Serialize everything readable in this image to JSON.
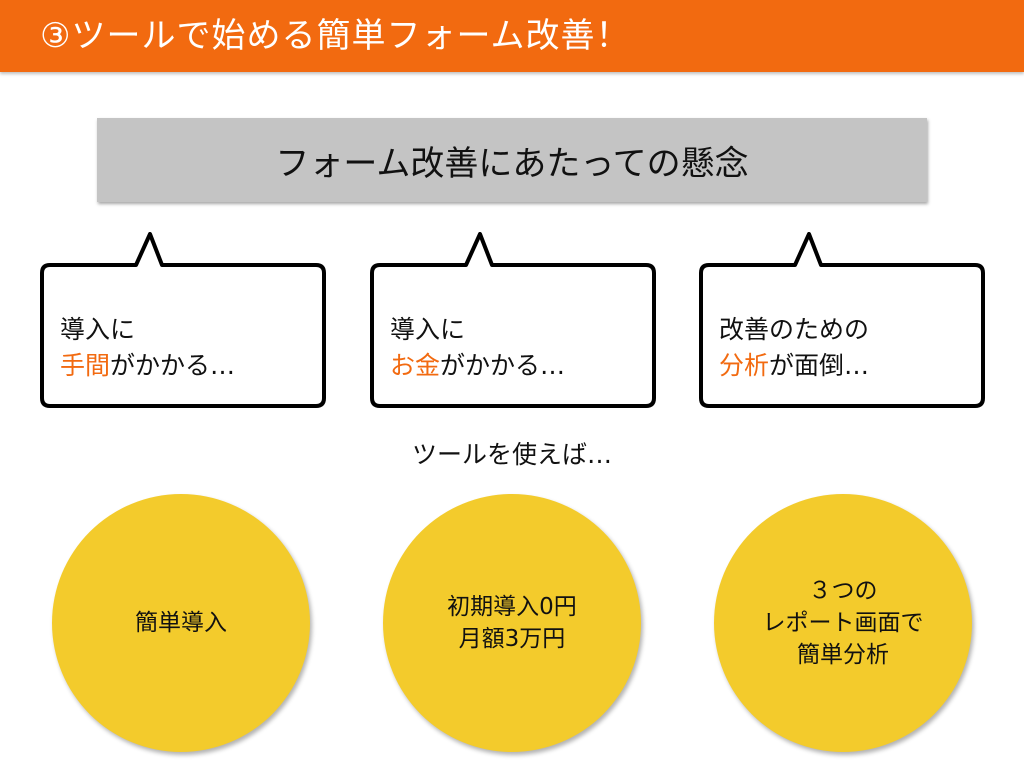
{
  "colors": {
    "header_bg": "#f26a10",
    "accent": "#f26a10",
    "concern_box_bg": "#c4c4c4",
    "circle_bg": "#f3cb2c"
  },
  "header": {
    "title": "③ツールで始める簡単フォーム改善！"
  },
  "concern": {
    "title": "フォーム改善にあたっての懸念"
  },
  "bubbles": [
    {
      "line1": "導入に",
      "accent": "手間",
      "rest": "がかかる…"
    },
    {
      "line1": "導入に",
      "accent": "お金",
      "rest": "がかかる…"
    },
    {
      "line1": "改善のための",
      "accent": "分析",
      "rest": "が面倒…"
    }
  ],
  "transition": "ツールを使えば…",
  "circles": [
    {
      "lines": [
        "簡単導入"
      ]
    },
    {
      "lines": [
        "初期導入0円",
        "月額3万円"
      ]
    },
    {
      "lines": [
        "３つの",
        "レポート画面で",
        "簡単分析"
      ]
    }
  ]
}
